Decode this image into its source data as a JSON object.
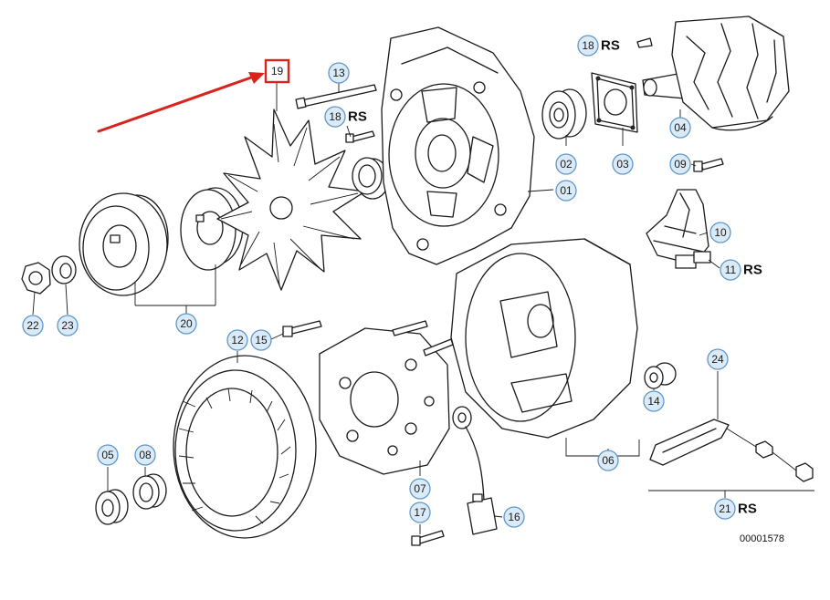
{
  "diagram": {
    "reference_number": "00001578",
    "highlight_color": "#d9231d",
    "callout_fill": "#dbeaf7",
    "callout_stroke": "#5f97c9",
    "highlighted_callout": {
      "label": "19"
    },
    "callouts": [
      {
        "id": "c13",
        "label": "13"
      },
      {
        "id": "c18a",
        "label": "18",
        "suffix": "RS"
      },
      {
        "id": "c18b",
        "label": "18",
        "suffix": "RS"
      },
      {
        "id": "c02",
        "label": "02"
      },
      {
        "id": "c03",
        "label": "03"
      },
      {
        "id": "c04",
        "label": "04"
      },
      {
        "id": "c01",
        "label": "01"
      },
      {
        "id": "c09",
        "label": "09"
      },
      {
        "id": "c10",
        "label": "10"
      },
      {
        "id": "c11",
        "label": "11",
        "suffix": "RS"
      },
      {
        "id": "c22",
        "label": "22"
      },
      {
        "id": "c23",
        "label": "23"
      },
      {
        "id": "c20",
        "label": "20"
      },
      {
        "id": "c12",
        "label": "12"
      },
      {
        "id": "c15",
        "label": "15"
      },
      {
        "id": "c14",
        "label": "14"
      },
      {
        "id": "c24",
        "label": "24"
      },
      {
        "id": "c06",
        "label": "06"
      },
      {
        "id": "c05",
        "label": "05"
      },
      {
        "id": "c08",
        "label": "08"
      },
      {
        "id": "c07",
        "label": "07"
      },
      {
        "id": "c17",
        "label": "17"
      },
      {
        "id": "c16",
        "label": "16"
      },
      {
        "id": "c21",
        "label": "21",
        "suffix": "RS"
      }
    ]
  }
}
